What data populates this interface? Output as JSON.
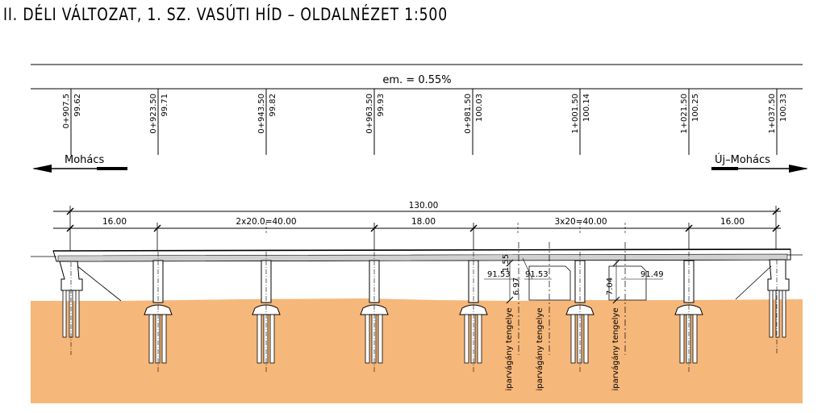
{
  "title": "II. DÉLI VÁLTOZAT, 1. SZ. VASÚTI HÍD – OLDALNÉZET 1:500",
  "gradient": "em. = 0.55%",
  "stations": [
    {
      "station": "0+907.5",
      "elevation": "99.62"
    },
    {
      "station": "0+923.50",
      "elevation": "99.71"
    },
    {
      "station": "0+943.50",
      "elevation": "99.82"
    },
    {
      "station": "0+963.50",
      "elevation": "99.93"
    },
    {
      "station": "0+981.50",
      "elevation": "100.03"
    },
    {
      "station": "1+001.50",
      "elevation": "100.14"
    },
    {
      "station": "1+021.50",
      "elevation": "100.25"
    },
    {
      "station": "1+037.50",
      "elevation": "100.33"
    }
  ],
  "direction_left": "Mohács",
  "direction_right": "Új–Mohács",
  "total_length": "130.00",
  "spans": [
    "16.00",
    "2x20.0=40.00",
    "18.00",
    "3x20=40.00",
    "16.00"
  ],
  "rail_axes": [
    {
      "label": "iparvágány tengelye",
      "elevation": "91.53",
      "clearance": "6.97",
      "cut": "1.55"
    },
    {
      "label": "iparvágány tengelye",
      "elevation": "91.53"
    },
    {
      "label": "iparvágány tengelye",
      "elevation": "91.49",
      "clearance": "7.04"
    }
  ],
  "colors": {
    "ground": "#f6b77a",
    "ink": "#000000",
    "deck": "#d0d0d0"
  }
}
